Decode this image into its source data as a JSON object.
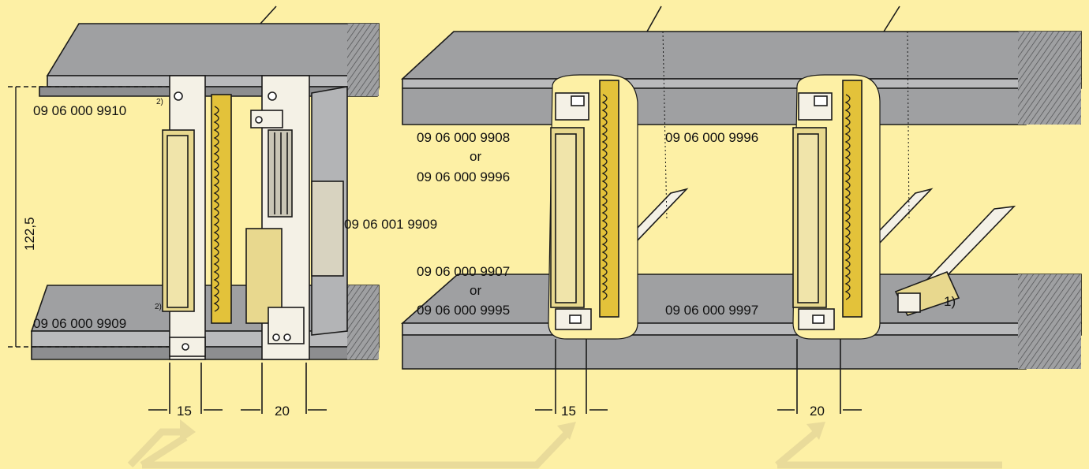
{
  "labels": {
    "left_top_part": "09 06 000 9910",
    "left_top_note": "2)",
    "left_bottom_part": "09 06 000 9909",
    "left_bottom_note": "2)",
    "middle_part": "09 06 001 9909",
    "center_top_part_a": "09 06 000 9908",
    "center_top_or": "or",
    "center_top_part_b": "09 06 000 9996",
    "center_bottom_part_a": "09 06 000 9907",
    "center_bottom_or": "or",
    "center_bottom_part_b": "09 06 000 9995",
    "right_top_part": "09 06 000 9996",
    "right_bottom_part": "09 06 000 9997",
    "footnote_marker": "1)"
  },
  "dimensions": {
    "height": "122,5",
    "left_width_a": "15",
    "left_width_b": "20",
    "center_width": "15",
    "right_width": "20"
  },
  "colors": {
    "background": "#fdf0a5",
    "rail": "#9fa0a2",
    "rail_dark": "#6e6f71",
    "connector": "#e8d88e",
    "connector_gold": "#e3c23a",
    "bracket": "#f4f1e6",
    "arrow": "#e9db9a",
    "outline": "#1a1a1a"
  }
}
